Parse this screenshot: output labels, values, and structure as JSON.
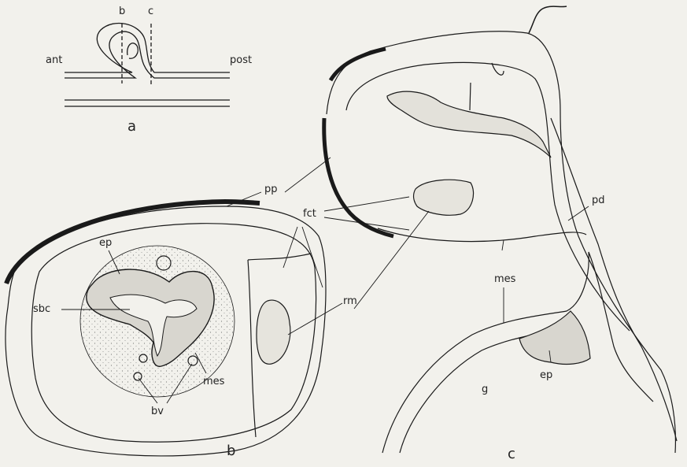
{
  "figure": {
    "panel_a": {
      "letter": "a",
      "labels": {
        "b": "b",
        "c": "c",
        "ant": "ant",
        "post": "post"
      }
    },
    "panel_b": {
      "letter": "b",
      "labels": {
        "ep": "ep",
        "sbc": "sbc",
        "mes": "mes",
        "bv": "bv",
        "pp": "pp",
        "fct": "fct",
        "rm": "rm"
      }
    },
    "panel_c": {
      "letter": "c",
      "labels": {
        "pd": "pd",
        "mes": "mes",
        "ep": "ep",
        "g": "g"
      }
    }
  },
  "colors": {
    "ink": "#1a1a1a",
    "background": "#f2f1ec",
    "stipple": "#6b6b6b"
  }
}
